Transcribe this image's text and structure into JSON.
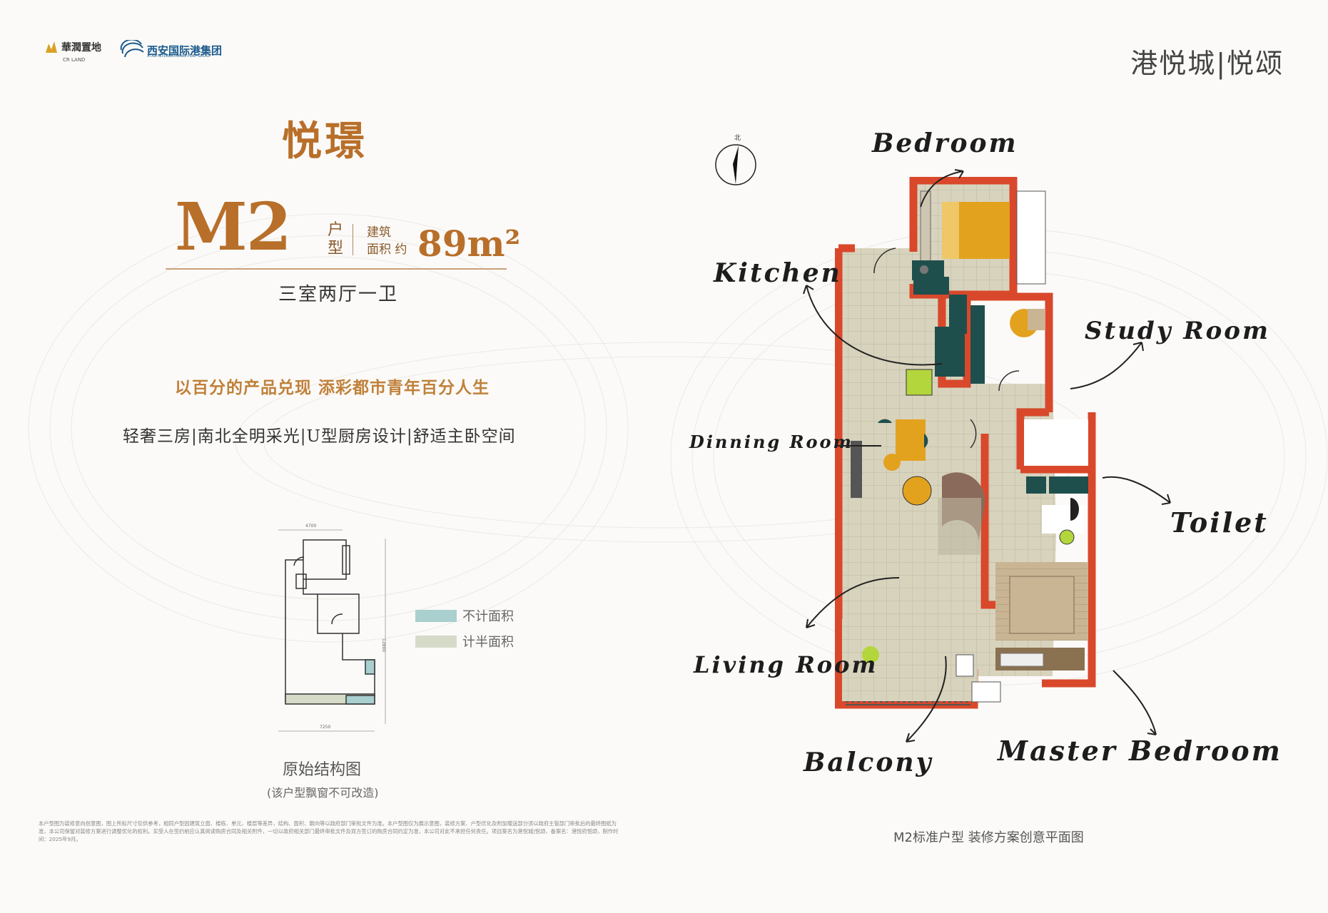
{
  "header": {
    "developer_logo_name": "華潤置地",
    "developer_logo_sub": "CR LAND",
    "partner_logo_name": "西安国际港集团",
    "partner_logo_sub": "XI'AN INTERNATIONAL PORT GROUP",
    "brand": "港悦城|悦颂"
  },
  "product": {
    "name": "悦璟",
    "model": "M2",
    "model_suffix": "户型",
    "area_label_1": "建筑",
    "area_label_2": "面积 约",
    "area_value": "89m²",
    "layout": "三室两厅一卫",
    "slogan": "以百分的产品兑现 添彩都市青年百分人生",
    "features": "轻奢三房|南北全明采光|U型厨房设计|舒适主卧空间"
  },
  "original_plan": {
    "dim_top": "4700",
    "dim_bottom": "7250",
    "dim_side": "12800",
    "caption": "原始结构图",
    "note": "(该户型飘窗不可改造)"
  },
  "legend": [
    {
      "label": "不计面积",
      "color": "#a9cfcf"
    },
    {
      "label": "计半面积",
      "color": "#d6dbc9"
    }
  ],
  "disclaimer": "本户型图为装修意向创意图，图上所标尺寸仅供参考，相同户型因建筑立面、楼栋、单元、楼层等差异，结构、面积、朝向等以政府部门审批文件为准。本户型图仅为展示意图，装修方案、户型优化及附加赠送部分须以政府主管部门审批后的最终图纸为准，本公司保留对装修方案进行调整优化的权利。买受人在签约前应认真阅读购房合同及相关附件，一切以政府相关部门最终审批文件及双方签订的购房合同约定为准，本公司对此不承担任何责任。项目案名为港悦城|悦颂，备案名：港悦府悦颂，制作时间：2025年9月。",
  "floorplan": {
    "north": "北",
    "caption": "M2标准户型 装修方案创意平面图",
    "labels": {
      "bedroom": "Bedroom",
      "kitchen": "Kitchen",
      "study": "Study Room",
      "dining": "Dinning Room",
      "toilet": "Toilet",
      "living": "Living Room",
      "balcony": "Balcony",
      "master": "Master Bedroom"
    }
  },
  "colors": {
    "accent": "#b86f2a",
    "wall": "#d9482b",
    "floor": "#d8d3bd"
  }
}
